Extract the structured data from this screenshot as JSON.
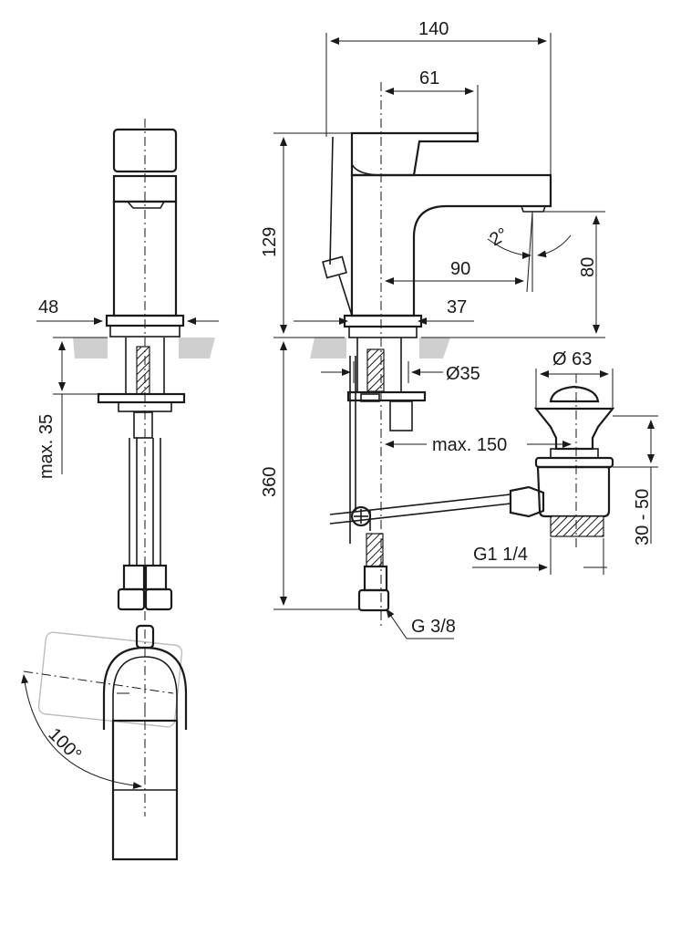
{
  "dimensions": {
    "width_total": "140",
    "spout_reach": "61",
    "height": "129",
    "spout_clearance": "80",
    "angle_spout": "2°",
    "reach_90": "90",
    "offset_37": "37",
    "base_width": "48",
    "max_thickness": "max. 35",
    "hole_diameter": "Ø35",
    "waste_diameter": "Ø 63",
    "max_150": "max. 150",
    "depth_360": "360",
    "adjust_range": "30 - 50",
    "waste_thread": "G1 1/4",
    "supply_thread": "G 3/8",
    "lever_angle": "100°"
  },
  "colors": {
    "line": "#1a1a1a",
    "ground": "#cfcfcf",
    "ghost": "#bdbdbd"
  }
}
